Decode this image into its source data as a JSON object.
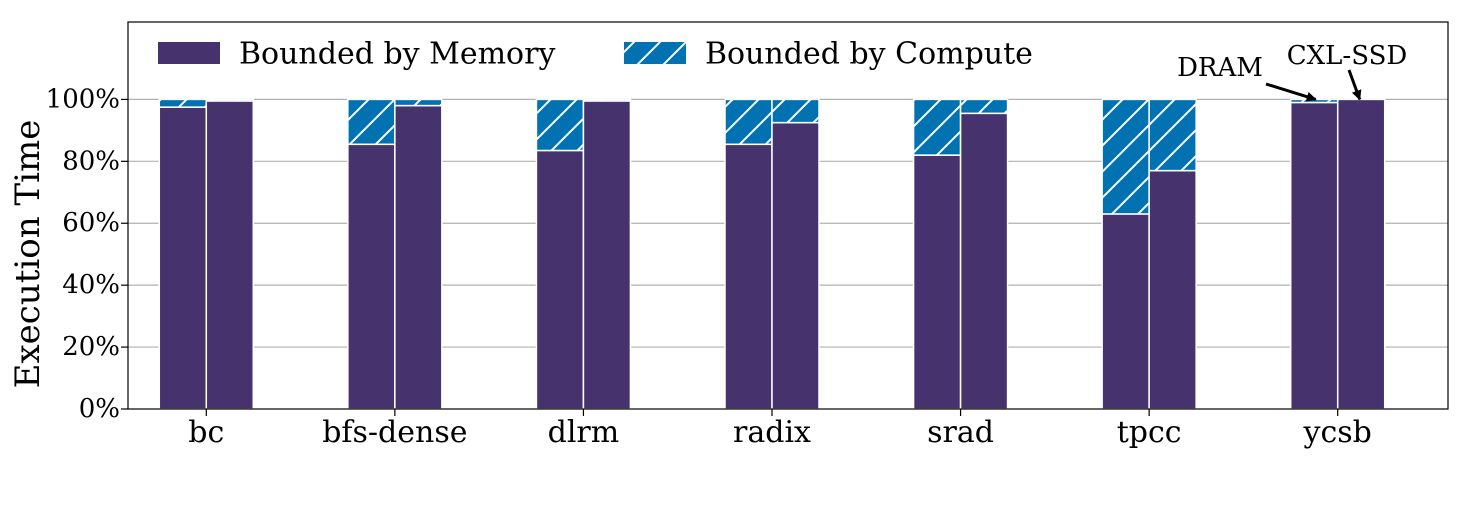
{
  "chart_data": {
    "type": "bar",
    "stacked": true,
    "grouped": true,
    "ylabel": "Execution Time",
    "xlabel": "",
    "ylim": [
      0,
      125
    ],
    "yticks": [
      0,
      20,
      40,
      60,
      80,
      100
    ],
    "ytick_labels": [
      "0%",
      "20%",
      "40%",
      "60%",
      "80%",
      "100%"
    ],
    "grid": "y",
    "legend_position": "top-left",
    "categories": [
      "bc",
      "bfs-dense",
      "dlrm",
      "radix",
      "srad",
      "tpcc",
      "ycsb"
    ],
    "groups": [
      "DRAM",
      "CXL-SSD"
    ],
    "series": [
      {
        "name": "Bounded by Memory",
        "color": "#46336e",
        "pattern": "solid",
        "values": {
          "DRAM": [
            97.5,
            85.5,
            83.5,
            85.5,
            82,
            63,
            99
          ],
          "CXL-SSD": [
            99.5,
            98,
            99.5,
            92.5,
            95.5,
            77,
            100
          ]
        }
      },
      {
        "name": "Bounded by Compute",
        "color": "#0072b2",
        "pattern": "hatch",
        "values": {
          "DRAM": [
            2.5,
            14.5,
            16.5,
            14.5,
            18,
            37,
            1
          ],
          "CXL-SSD": [
            0.5,
            2,
            0.5,
            7.5,
            4.5,
            23,
            0
          ]
        }
      }
    ],
    "annotations": [
      {
        "text": "DRAM",
        "target_category": "ycsb",
        "target_group": "DRAM"
      },
      {
        "text": "CXL-SSD",
        "target_category": "ycsb",
        "target_group": "CXL-SSD"
      }
    ]
  }
}
